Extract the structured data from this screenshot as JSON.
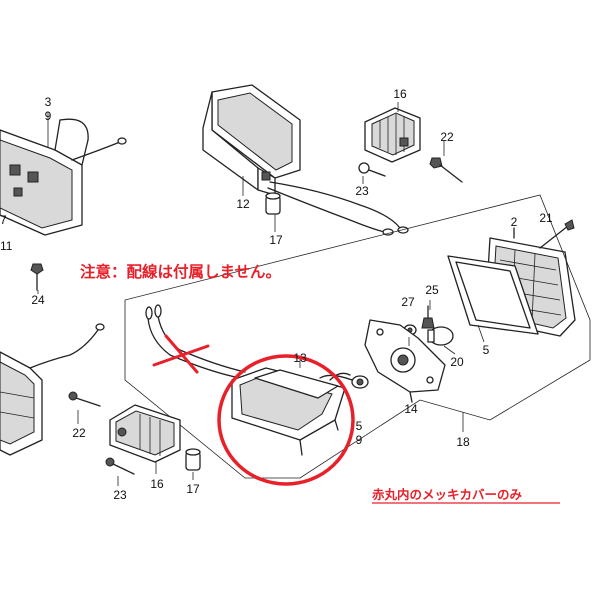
{
  "labels": {
    "n2": "2",
    "n3": "3",
    "n5": "5",
    "n7": "7",
    "n9": "9",
    "n11": "11",
    "n12": "12",
    "n13": "13",
    "n14": "14",
    "n16": "16",
    "n17": "17",
    "n18": "18",
    "n20": "20",
    "n21": "21",
    "n22": "22",
    "n23": "23",
    "n24": "24",
    "n25": "25",
    "n27": "27"
  },
  "notes": {
    "wiring_not_included": "注意：配線は付属しません。",
    "chrome_cover_only": "赤丸内のメッキカバーのみ"
  },
  "colors": {
    "annotation_red": "#e8202a",
    "line_art": "#222222",
    "background": "#ffffff"
  }
}
